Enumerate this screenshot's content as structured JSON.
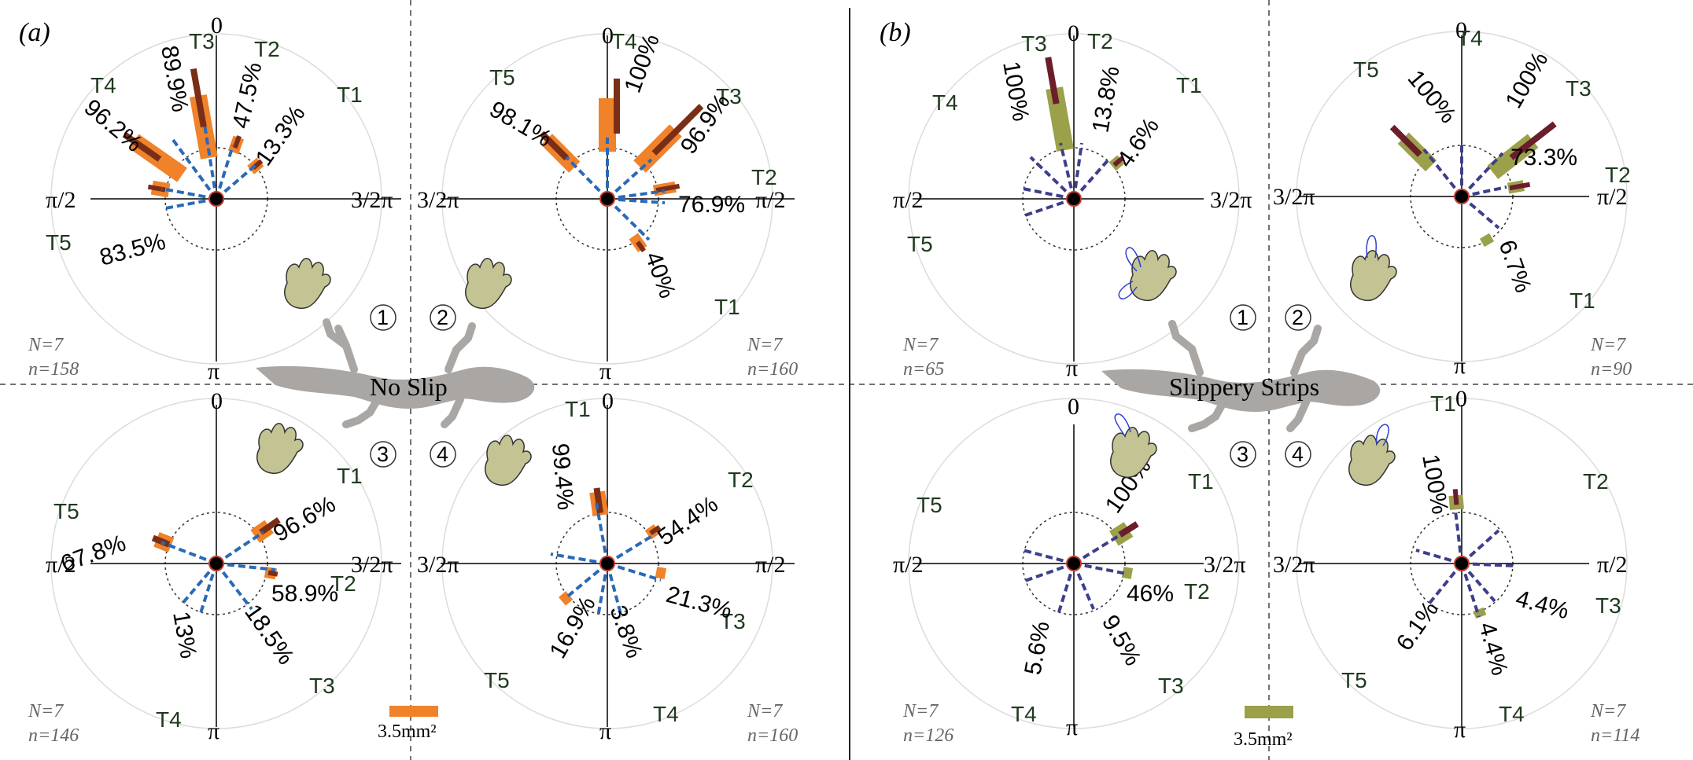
{
  "panel_a_label": "(a)",
  "panel_b_label": "(b)",
  "panel_a_center_label": "No Slip",
  "panel_b_center_label": "Slippery Strips",
  "angles": {
    "top": "0",
    "bottom": "π",
    "half": "π/2",
    "three_half": "3/2π"
  },
  "stats": {
    "a1": {
      "N": "N=7",
      "n": "n=158"
    },
    "a2": {
      "N": "N=7",
      "n": "n=160"
    },
    "a3": {
      "N": "N=7",
      "n": "n=146"
    },
    "a4": {
      "N": "N=7",
      "n": "n=160"
    },
    "b1": {
      "N": "N=7",
      "n": "n=65"
    },
    "b2": {
      "N": "N=7",
      "n": "n=90"
    },
    "b3": {
      "N": "N=7",
      "n": "n=126"
    },
    "b4": {
      "N": "N=7",
      "n": "n=114"
    }
  },
  "quadrant_numbers": [
    "①",
    "②",
    "③",
    "④"
  ],
  "scale_bar_a": "3.5mm²",
  "scale_bar_b": "3.5mm²",
  "colors": {
    "orange": "#f0822a",
    "dark_red": "#7a2e16",
    "olive": "#9ba04b",
    "maroon": "#6b1e2a",
    "blue_dash": "#2a69b8",
    "purple_dash": "#3d3f8a",
    "gecko": "#a9a6a4"
  },
  "polar_plots": [
    {
      "id": "a1",
      "toes": [
        "T1",
        "T2",
        "T3",
        "T4",
        "T5"
      ],
      "percentages": [
        "13.3%",
        "47.5%",
        "89.9%",
        "96.2%",
        "83.5%"
      ]
    },
    {
      "id": "a2",
      "toes": [
        "T1",
        "T2",
        "T3",
        "T4",
        "T5"
      ],
      "percentages": [
        "40%",
        "76.9%",
        "96.9%",
        "100%",
        "98.1%"
      ]
    },
    {
      "id": "a3",
      "toes": [
        "T1",
        "T2",
        "T3",
        "T4",
        "T5"
      ],
      "percentages": [
        "96.6%",
        "58.9%",
        "18.5%",
        "13%",
        "67.8%"
      ]
    },
    {
      "id": "a4",
      "toes": [
        "T1",
        "T2",
        "T3",
        "T4",
        "T5"
      ],
      "percentages": [
        "99.4%",
        "54.4%",
        "21.3%",
        "3.8%",
        "16.9%"
      ]
    },
    {
      "id": "b1",
      "toes": [
        "T1",
        "T2",
        "T3",
        "T4",
        "T5"
      ],
      "percentages": [
        "4.6%",
        "13.8%",
        "100%"
      ]
    },
    {
      "id": "b2",
      "toes": [
        "T1",
        "T2",
        "T3",
        "T4",
        "T5"
      ],
      "percentages": [
        "6.7%",
        "73.3%",
        "100%",
        "100%"
      ]
    },
    {
      "id": "b3",
      "toes": [
        "T1",
        "T2",
        "T3",
        "T4",
        "T5"
      ],
      "percentages": [
        "100%",
        "46%",
        "9.5%",
        "5.6%"
      ]
    },
    {
      "id": "b4",
      "toes": [
        "T1",
        "T2",
        "T3",
        "T4",
        "T5"
      ],
      "percentages": [
        "100%",
        "4.4%",
        "4.4%",
        "6.1%"
      ]
    }
  ]
}
